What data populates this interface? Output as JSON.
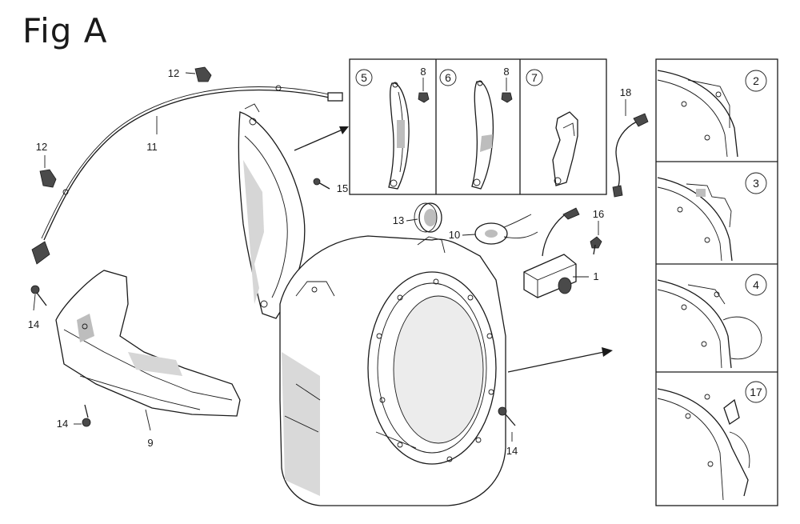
{
  "figure": {
    "title": "Fig A"
  },
  "part_labels": {
    "p1": "1",
    "p5": "5",
    "p6": "6",
    "p7": "7",
    "p8a": "8",
    "p8b": "8",
    "p9": "9",
    "p10": "10",
    "p11": "11",
    "p12a": "12",
    "p12b": "12",
    "p13": "13",
    "p14a": "14",
    "p14b": "14",
    "p14c": "14",
    "p15": "15",
    "p16": "16",
    "p18": "18"
  },
  "detail_labels": {
    "d2": "2",
    "d3": "3",
    "d4": "4",
    "d17": "17"
  }
}
